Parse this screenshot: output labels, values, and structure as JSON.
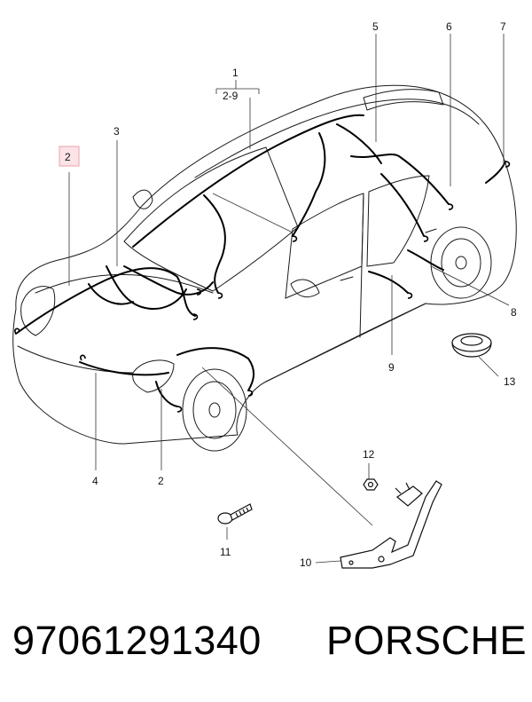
{
  "callouts": {
    "c1": "1",
    "c1_range": "2-9",
    "c2_highlight": "2",
    "c2": "2",
    "c3": "3",
    "c4": "4",
    "c5": "5",
    "c6": "6",
    "c7": "7",
    "c8": "8",
    "c9": "9",
    "c10": "10",
    "c11": "11",
    "c12": "12",
    "c13": "13"
  },
  "highlight_color": "#e8a0a8",
  "highlight_fill": "#fbe3e6",
  "footer": {
    "part_number": "97061291340",
    "brand": "PORSCHE"
  }
}
